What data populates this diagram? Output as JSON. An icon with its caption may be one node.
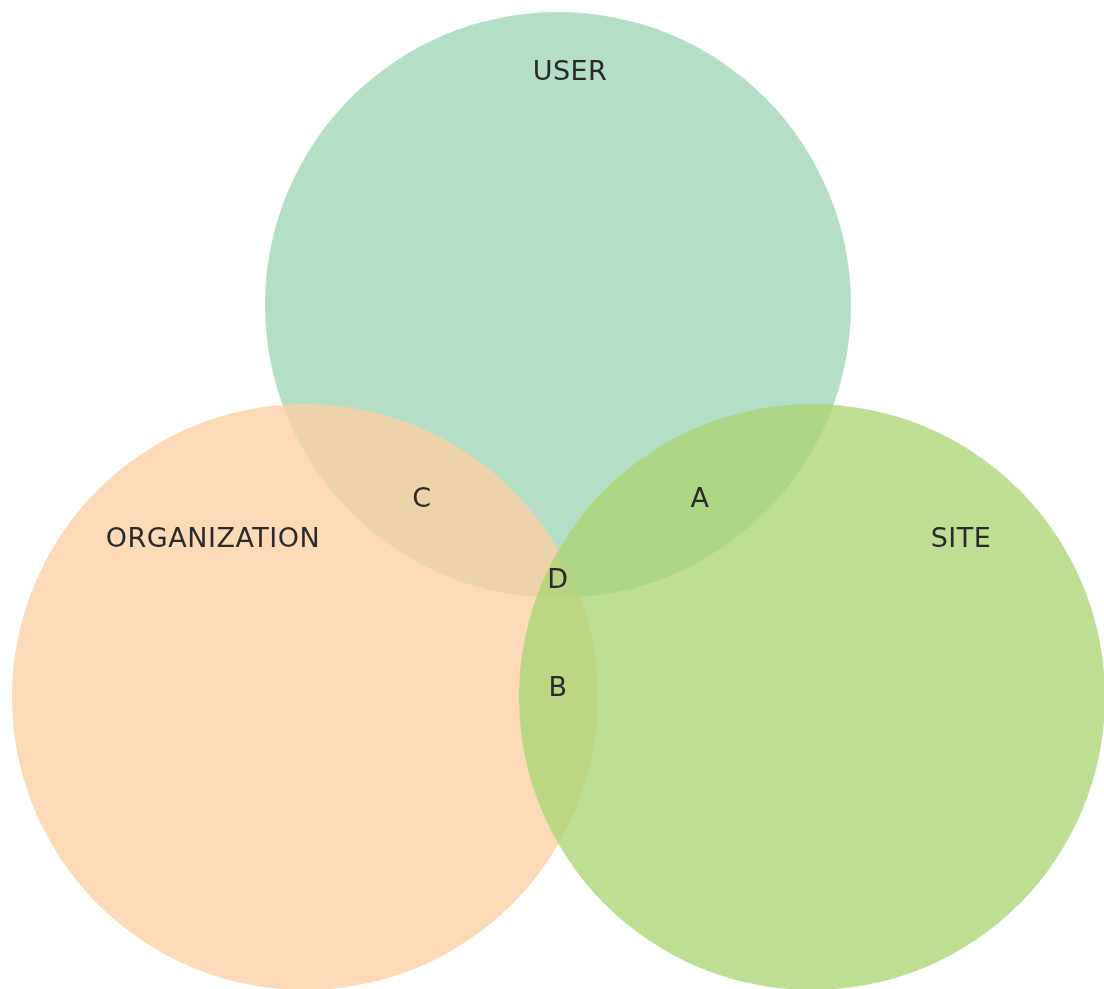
{
  "diagram": {
    "nodes": [
      {
        "text": [
          "USER"
        ]
      },
      {
        "text": [
          "ORGANIZATION"
        ]
      },
      {
        "text": [
          "SITE"
        ]
      }
    ],
    "labels": [
      "C",
      "A",
      "D",
      "B"
    ]
  }
}
